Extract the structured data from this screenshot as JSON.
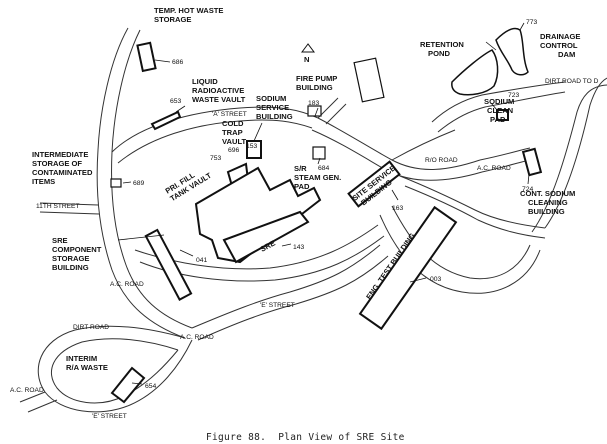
{
  "caption": "Figure 88.  Plan View of SRE Site",
  "north": "N",
  "labels": {
    "temp_storage": [
      "TEMP. HOT WASTE",
      "STORAGE"
    ],
    "liquid_vault": [
      "LIQUID",
      "RADIOACTIVE",
      "WASTE VAULT"
    ],
    "sodium_service": [
      "SODIUM",
      "SERVICE",
      "BUILDING"
    ],
    "fire_pump": [
      "FIRE PUMP",
      "BUILDING"
    ],
    "retention_pond": [
      "RETENTION",
      "POND"
    ],
    "drainage_dam": [
      "DRAINAGE",
      "CONTROL",
      "DAM"
    ],
    "sodium_clean_pad": [
      "SODIUM",
      "CLEAN",
      "PAD"
    ],
    "cold_trap": [
      "COLD",
      "TRAP",
      "VAULT"
    ],
    "intermediate_storage": [
      "INTERMEDIATE",
      "STORAGE OF",
      "CONTAMINATED",
      "ITEMS"
    ],
    "pri_fill": [
      "PRI. FILL",
      "TANK VAULT"
    ],
    "sr_steam": [
      "S/R",
      "STEAM GEN.",
      "PAD"
    ],
    "site_service": [
      "SITE SERVICE",
      "BUILDING"
    ],
    "sre_component": [
      "SRE",
      "COMPONENT",
      "STORAGE",
      "BUILDING"
    ],
    "cont_sodium": [
      "CONT. SODIUM",
      "CLEANING",
      "BUILDING"
    ],
    "eng_test": "ENG. TEST BUILDING",
    "sre": "SRE",
    "interim": [
      "INTERIM",
      "R/A WASTE"
    ]
  },
  "roads": {
    "a_street": "'A' STREET",
    "eleventh_street": "11TH STREET",
    "ro_road": "R/O ROAD",
    "ac_road_east": "A.C. ROAD",
    "dirt_road_d": "DIRT ROAD TO D",
    "ac_road_1": "A.C. ROAD",
    "ac_road_2": "A.C. ROAD",
    "dirt_road": "DIRT ROAD",
    "ac_road_3": "A.C. ROAD",
    "e_street_1": "'E' STREET",
    "e_street_2": "'E' STREET"
  },
  "numbers": {
    "n686": "686",
    "n653": "653",
    "n183": "183",
    "n773": "773",
    "n723": "723",
    "n753": "753",
    "n696": "696",
    "n153": "153",
    "n684": "684",
    "n689": "689",
    "n163": "163",
    "n724": "724",
    "n143": "143",
    "n041": "041",
    "n003": "003",
    "n654": "654"
  }
}
